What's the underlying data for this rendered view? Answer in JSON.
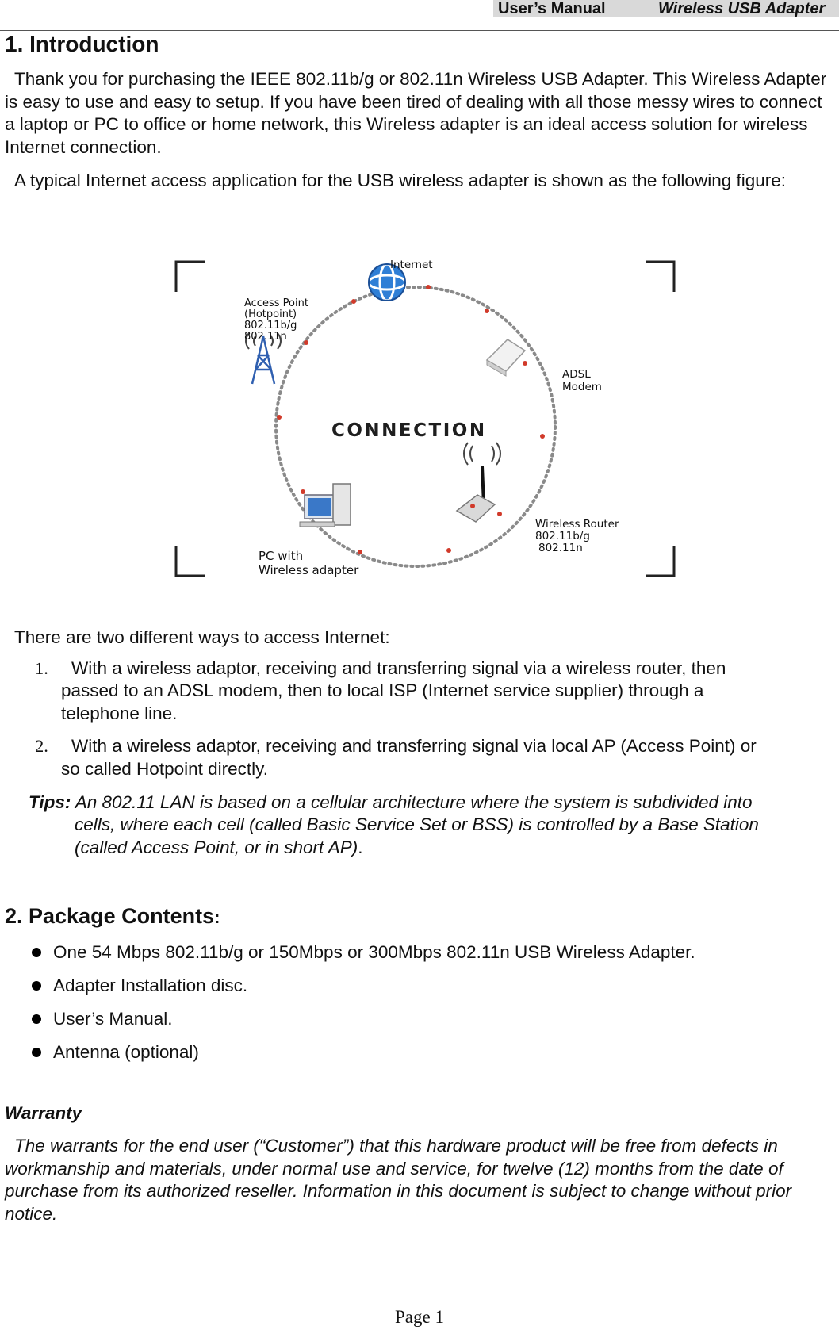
{
  "header": {
    "manual": "User’s Manual",
    "product": "Wireless USB Adapter"
  },
  "intro": {
    "heading": "1. Introduction",
    "p1": "Thank you for purchasing the IEEE 802.11b/g or 802.11n Wireless USB Adapter. This Wireless Adapter is easy to use and easy to setup. If you have been tired of dealing with all those messy wires to connect a laptop or PC to office or home network, this Wireless adapter is an ideal access solution for wireless Internet connection.",
    "p2": "A typical Internet access application for the USB wireless adapter is shown as the following figure:"
  },
  "figure": {
    "center": "CONNECTION",
    "internet": "Internet",
    "ap_1": "Access Point",
    "ap_2": "(Hotpoint)",
    "ap_3": "802.11b/g",
    "ap_4": "802.11n",
    "adsl_1": "ADSL",
    "adsl_2": "Modem",
    "router_1": "Wireless Router",
    "router_2": "802.11b/g",
    "router_3": "802.11n",
    "pc_1": "PC with",
    "pc_2": "Wireless adapter"
  },
  "ways": {
    "intro": "There are two different ways to access Internet:",
    "item1_num": "1.",
    "item1_l1": "With a wireless adaptor, receiving and transferring signal via a wireless router, then",
    "item1_l2": "passed to an ADSL modem, then to local ISP (Internet service supplier) through a",
    "item1_l3": "telephone line.",
    "item2_num": "2.",
    "item2_l1": "With a wireless adaptor, receiving and transferring signal via local AP (Access Point) or",
    "item2_l2": "so called Hotpoint directly."
  },
  "tips": {
    "label": "Tips:",
    "l1": "An 802.11 LAN is based on a cellular architecture where the system is subdivided into",
    "l2": "cells, where each cell (called Basic Service Set or BSS) is controlled by a Base Station",
    "l3": "(called Access Point, or in short AP)",
    "end": "."
  },
  "package": {
    "heading": "2. Package Contents",
    "colon": ":",
    "items": [
      "One 54 Mbps 802.11b/g or 150Mbps or 300Mbps 802.11n USB Wireless Adapter.",
      "Adapter Installation disc.",
      "User’s Manual.",
      "Antenna (optional)"
    ]
  },
  "warranty": {
    "heading": "Warranty",
    "text": "The warrants for the end user (“Customer”) that this hardware product will be free from defects in workmanship and materials, under normal use and service, for twelve (12) months from the date of purchase from its authorized reseller. Information in this document is subject to change without prior notice."
  },
  "footer": {
    "page": "Page 1"
  }
}
